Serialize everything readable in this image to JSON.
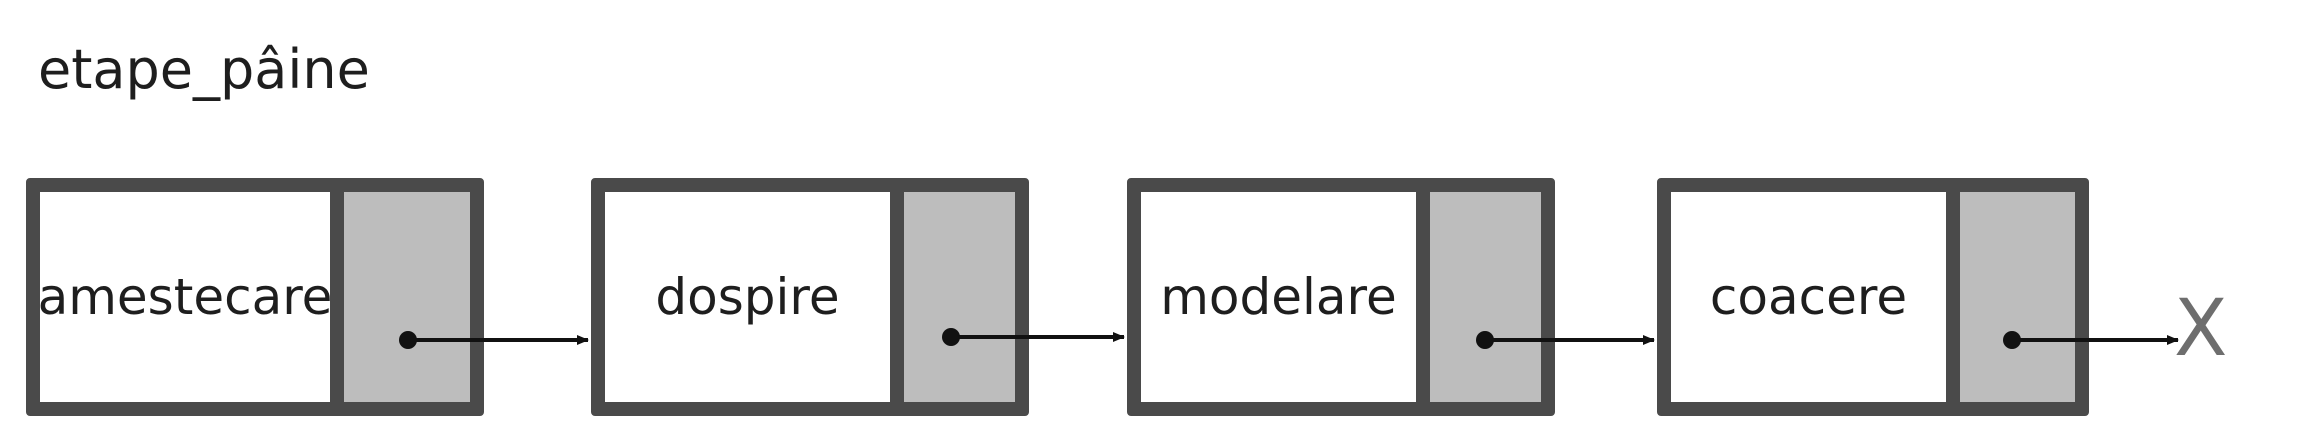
{
  "list_name": "etape_pâine",
  "nodes": [
    {
      "value": "amestecare"
    },
    {
      "value": "dospire"
    },
    {
      "value": "modelare"
    },
    {
      "value": "coacere"
    }
  ],
  "null_marker": "X",
  "colors": {
    "border": "#4a4a4a",
    "pointer_cell": "#bdbdbd",
    "arrow": "#111111",
    "null_marker": "#6e6e6e"
  }
}
